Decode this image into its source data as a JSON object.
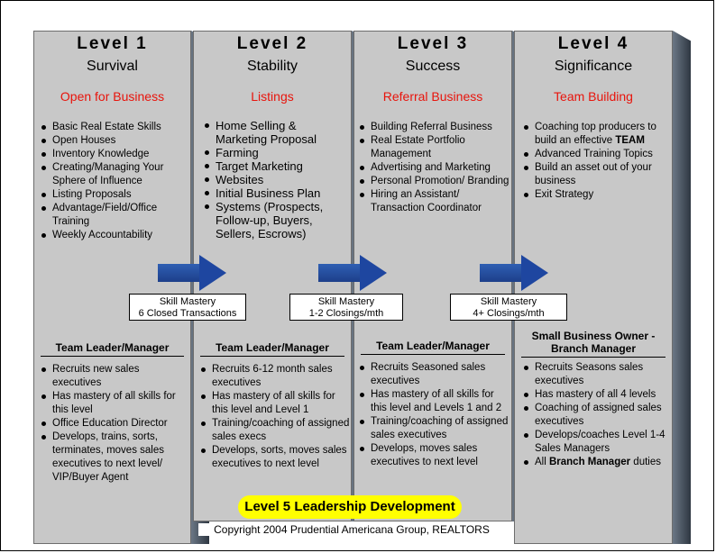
{
  "levels": [
    {
      "title": "Level 1",
      "subtitle": "Survival",
      "focus": "Open for Business",
      "skills": [
        "Basic Real Estate Skills",
        "Open Houses",
        "Inventory Knowledge",
        "Creating/Managing Your Sphere of Influence",
        "Listing Proposals",
        "Advantage/Field/Office Training",
        "Weekly Accountability"
      ],
      "manager_title": "Team Leader/Manager",
      "manager_items": [
        "Recruits new sales executives",
        "Has mastery of all skills for this level",
        "Office Education Director",
        "Develops, trains, sorts, terminates, moves sales executives to next level/ VIP/Buyer Agent"
      ]
    },
    {
      "title": "Level 2",
      "subtitle": "Stability",
      "focus": "Listings",
      "skills": [
        "Home Selling & Marketing Proposal",
        "Farming",
        "Target Marketing",
        "Websites",
        "Initial Business Plan",
        "Systems (Prospects, Follow-up, Buyers, Sellers, Escrows)"
      ],
      "manager_title": "Team Leader/Manager",
      "manager_items": [
        "Recruits 6-12 month sales executives",
        "Has mastery of all skills for this level and Level 1",
        "Training/coaching of assigned sales execs",
        "Develops, sorts, moves sales executives to next level"
      ]
    },
    {
      "title": "Level 3",
      "subtitle": "Success",
      "focus": "Referral Business",
      "skills": [
        "Building Referral Business",
        "Real Estate Portfolio Management",
        "Advertising and Marketing",
        "Personal Promotion/ Branding",
        "Hiring an Assistant/ Transaction Coordinator"
      ],
      "manager_title": "Team Leader/Manager",
      "manager_items": [
        "Recruits Seasoned sales executives",
        "Has mastery of all skills for this level and Levels 1 and 2",
        "Training/coaching of assigned sales executives",
        "Develops, moves sales executives to next level"
      ]
    },
    {
      "title": "Level 4",
      "subtitle": "Significance",
      "focus": "Team Building",
      "skills": [
        "Coaching top producers to build an effective",
        "Advanced Training Topics",
        "Build an asset out of your business",
        "Exit Strategy"
      ],
      "skill_bold_word": "TEAM",
      "manager_title_line1": "Small Business Owner -",
      "manager_title_line2": "Branch Manager",
      "manager_items": [
        "Recruits Seasons sales executives",
        "Has mastery of all 4 levels",
        "Coaching of assigned sales executives",
        "Develops/coaches Level 1-4 Sales Managers",
        "All"
      ],
      "manager_last_bold": "Branch Manager",
      "manager_last_tail": "duties"
    }
  ],
  "transitions": [
    {
      "line1": "Skill Mastery",
      "line2": "6 Closed Transactions"
    },
    {
      "line1": "Skill Mastery",
      "line2": "1-2 Closings/mth"
    },
    {
      "line1": "Skill Mastery",
      "line2": "4+ Closings/mth"
    }
  ],
  "banner": "Level 5 Leadership Development",
  "copyright": "Copyright 2004  Prudential Americana Group, REALTORS",
  "colors": {
    "pillar_face": "#c8c8c8",
    "pillar_side": "#2e3742",
    "focus_red": "#e8140c",
    "arrow_blue": "#1e46a0",
    "banner_yellow": "#ffff00"
  }
}
